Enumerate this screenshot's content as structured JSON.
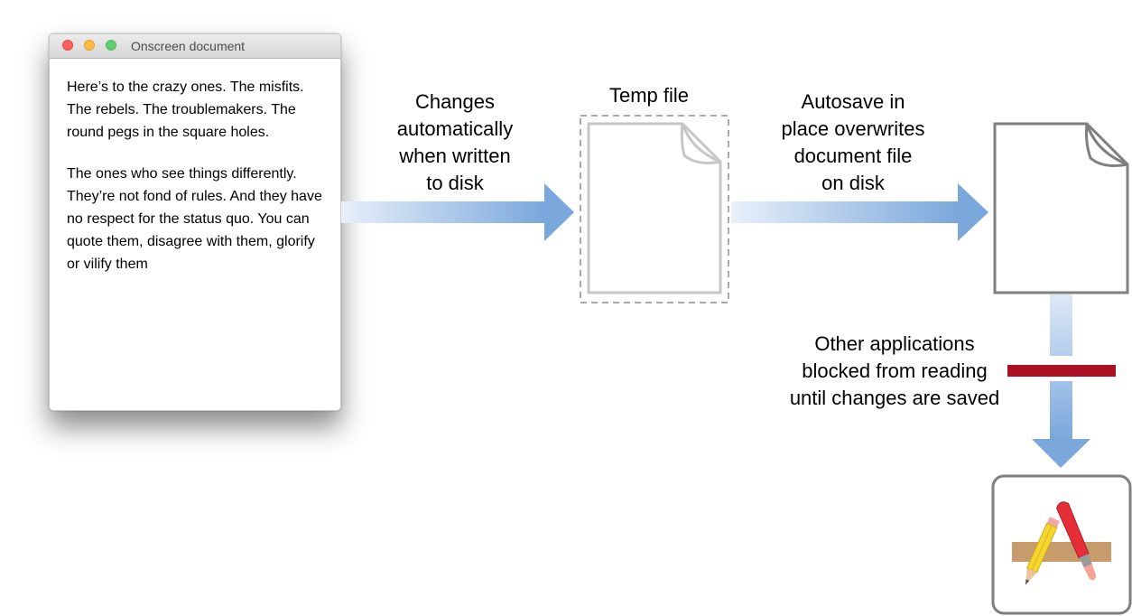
{
  "window": {
    "title": "Onscreen document",
    "paragraphs": [
      "Here’s to the crazy ones. The misfits. The rebels. The troublemakers. The round pegs in the square holes.",
      "The ones who see things differently. They’re not fond of rules. And they have no respect for the status quo. You can quote them, disagree with them, glorify or vilify them"
    ]
  },
  "labels": {
    "changes": [
      "Changes",
      "automatically",
      "when written",
      "to disk"
    ],
    "temp_file": "Temp file",
    "autosave": [
      "Autosave in",
      "place overwrites",
      "document file",
      "on disk"
    ],
    "blocked": [
      "Other applications",
      "blocked from reading",
      "until changes are saved"
    ]
  },
  "icons": {
    "temp_file": "dashed-document-icon",
    "document_file": "document-file-icon",
    "application": "app-store-pencil-brush-icon",
    "blocker": "block-bar"
  },
  "colors": {
    "arrow": "#7aa7dc",
    "arrow_fade": "#e8f0fa",
    "blocker": "#ab1226",
    "file_outline": "#7f7f7f",
    "temp_outline": "#c6c6c6"
  }
}
